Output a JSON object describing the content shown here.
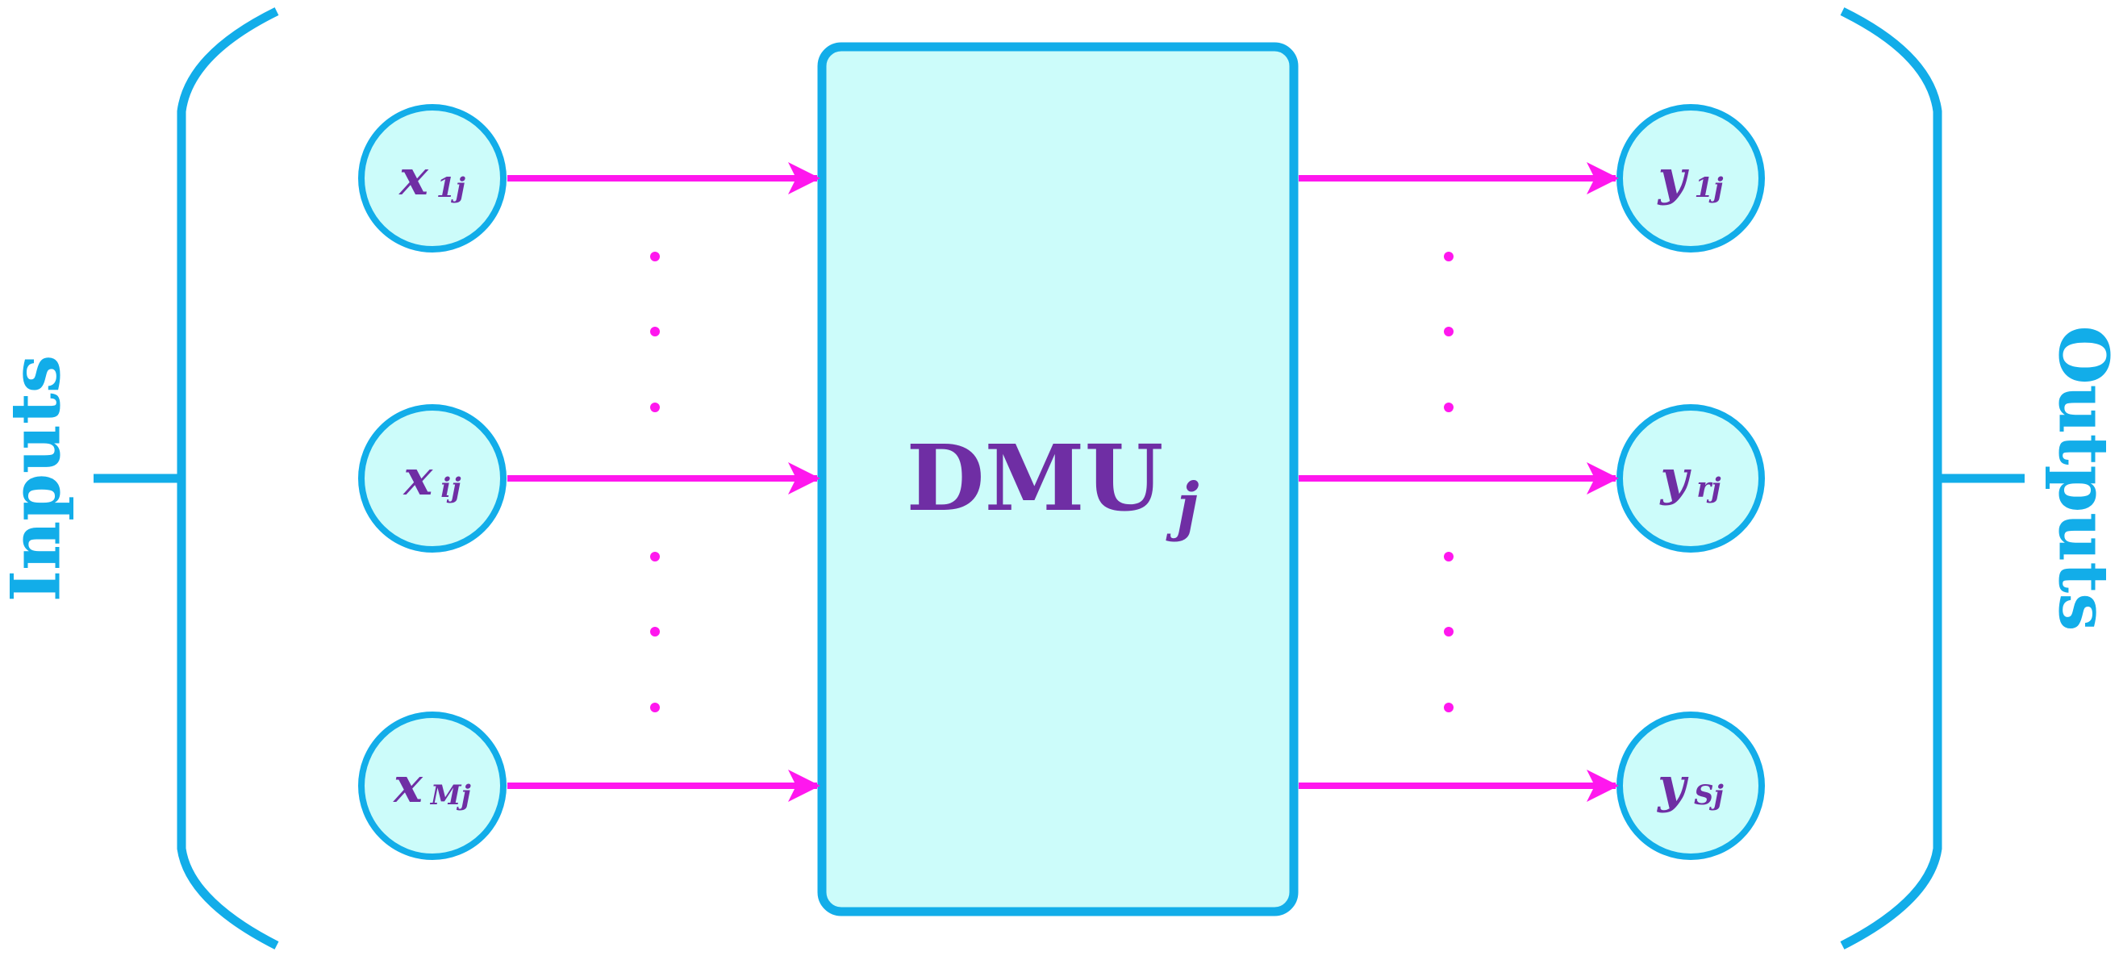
{
  "colors": {
    "stroke": "#12ade9",
    "fill": "#ccfcfa",
    "arrow": "#ff17ee",
    "text": "#6f2ea4",
    "background": "#ffffff"
  },
  "labels": {
    "inputs": "Inputs",
    "outputs": "Outputs"
  },
  "dmu": {
    "main": "DMU",
    "sub": "j"
  },
  "inputs": [
    {
      "var": "x",
      "sub": "1j"
    },
    {
      "var": "x",
      "sub": "ij"
    },
    {
      "var": "x",
      "sub": "Mj"
    }
  ],
  "outputs": [
    {
      "var": "y",
      "sub": "1j"
    },
    {
      "var": "y",
      "sub": "rj"
    },
    {
      "var": "y",
      "sub": "Sj"
    }
  ]
}
